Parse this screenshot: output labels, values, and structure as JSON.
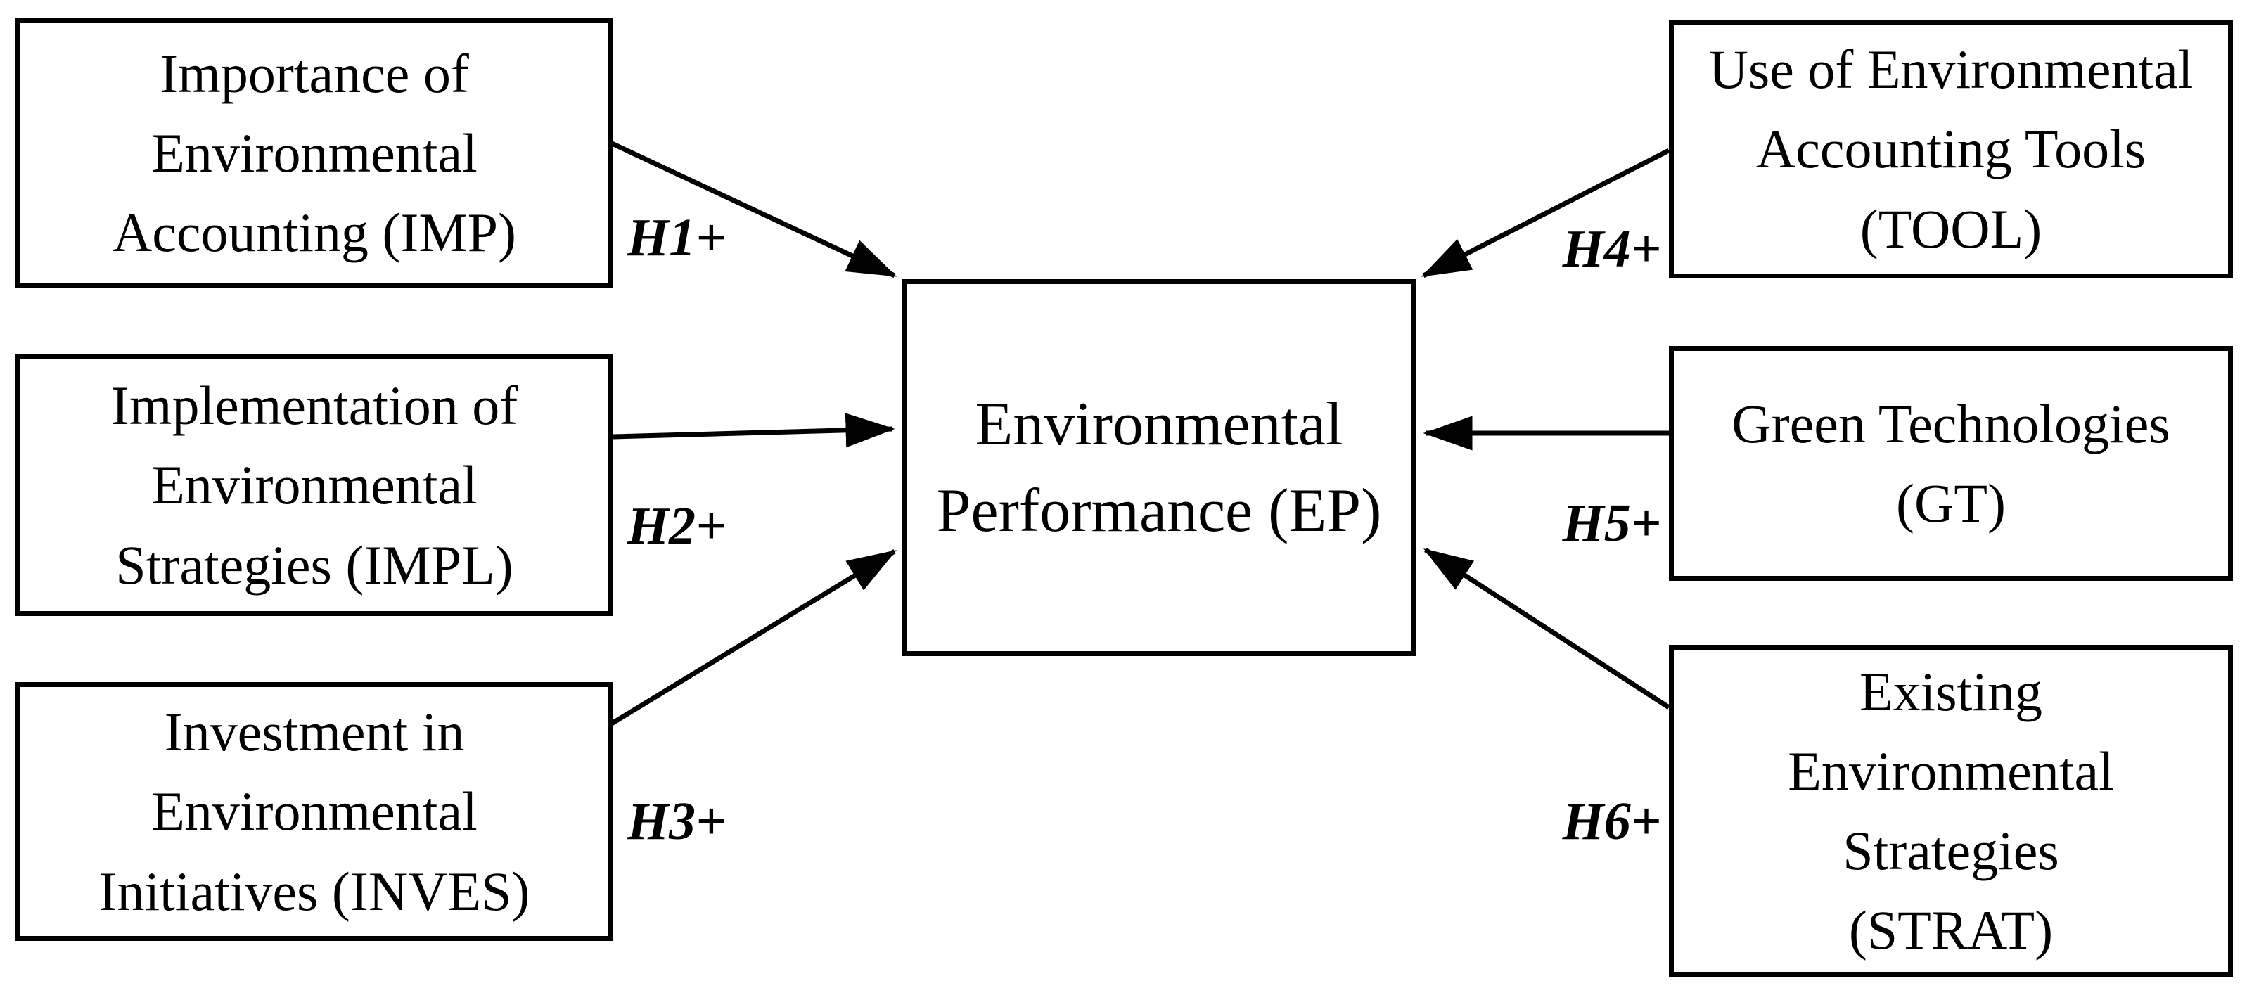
{
  "diagram": {
    "type": "hypothesis-model",
    "colors": {
      "background": "#ffffff",
      "border": "#000000",
      "text": "#000000",
      "arrow": "#000000"
    },
    "nodes": {
      "imp": {
        "lines": [
          "Importance of",
          "Environmental",
          "Accounting (IMP)"
        ]
      },
      "impl": {
        "lines": [
          "Implementation of",
          "Environmental",
          "Strategies (IMPL)"
        ]
      },
      "inves": {
        "lines": [
          "Investment in",
          "Environmental",
          "Initiatives (INVES)"
        ]
      },
      "ep": {
        "lines": [
          "Environmental",
          "Performance (EP)"
        ]
      },
      "tool": {
        "lines": [
          "Use of Environmental",
          "Accounting Tools",
          "(TOOL)"
        ]
      },
      "gt": {
        "lines": [
          "Green Technologies",
          "(GT)"
        ]
      },
      "strat": {
        "lines": [
          "Existing",
          "Environmental",
          "Strategies",
          "(STRAT)"
        ]
      }
    },
    "hypotheses": {
      "h1": {
        "label": "H1+",
        "from": "Importance of Environmental Accounting (IMP)",
        "to": "Environmental Performance (EP)"
      },
      "h2": {
        "label": "H2+",
        "from": "Implementation of Environmental Strategies (IMPL)",
        "to": "Environmental Performance (EP)"
      },
      "h3": {
        "label": "H3+",
        "from": "Investment in Environmental Initiatives (INVES)",
        "to": "Environmental Performance (EP)"
      },
      "h4": {
        "label": "H4+",
        "from": "Use of Environmental Accounting Tools (TOOL)",
        "to": "Environmental Performance (EP)"
      },
      "h5": {
        "label": "H5+",
        "from": "Green Technologies (GT)",
        "to": "Environmental Performance (EP)"
      },
      "h6": {
        "label": "H6+",
        "from": "Existing Environmental Strategies (STRAT)",
        "to": "Environmental Performance (EP)"
      }
    }
  }
}
